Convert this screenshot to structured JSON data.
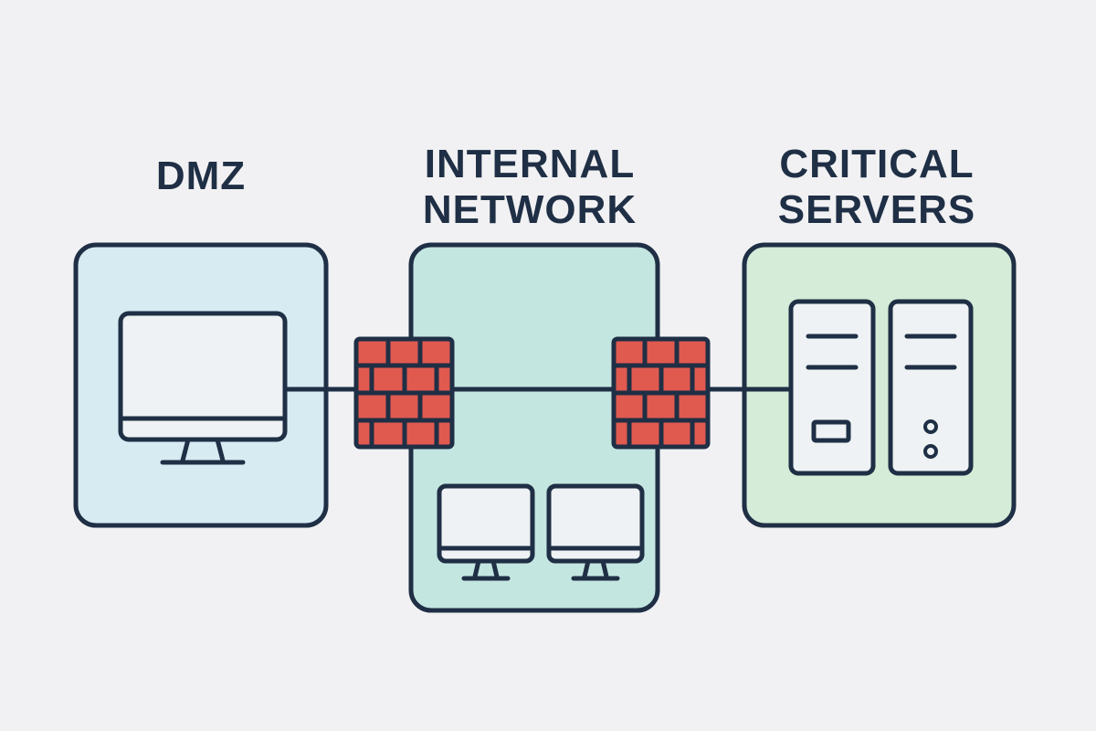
{
  "zones": {
    "dmz": {
      "label_lines": [
        "DMZ"
      ],
      "fill": "#d7ebf2"
    },
    "internal": {
      "label_lines": [
        "INTERNAL",
        "NETWORK"
      ],
      "fill": "#c4e6e1"
    },
    "critical": {
      "label_lines": [
        "CRITICAL",
        "SERVERS"
      ],
      "fill": "#d4ecd8"
    }
  },
  "icons": {
    "dmz_device": "monitor-icon",
    "internal_devices": [
      "monitor-icon",
      "monitor-icon"
    ],
    "critical_devices": [
      "server-icon",
      "server-icon"
    ],
    "barriers": [
      "firewall-icon",
      "firewall-icon"
    ]
  },
  "colors": {
    "background": "#f1f1f3",
    "stroke": "#1f2f45",
    "firewall": "#e05a50",
    "screen": "#eef2f4"
  }
}
